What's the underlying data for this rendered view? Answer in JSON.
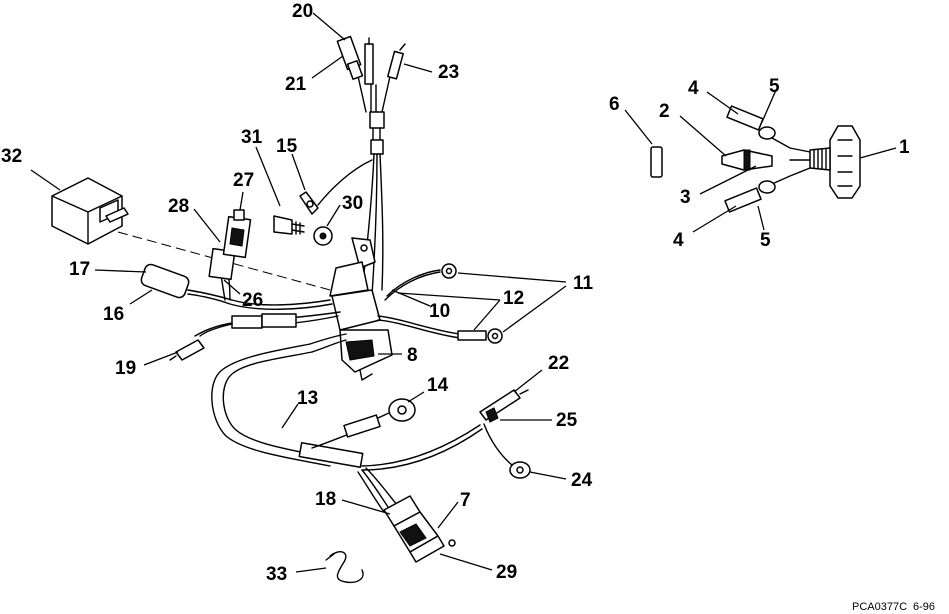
{
  "diagram": {
    "callouts": [
      "1",
      "2",
      "3",
      "4",
      "4",
      "5",
      "5",
      "6",
      "7",
      "8",
      "10",
      "11",
      "12",
      "13",
      "14",
      "15",
      "16",
      "17",
      "18",
      "19",
      "20",
      "21",
      "22",
      "23",
      "24",
      "25",
      "26",
      "27",
      "28",
      "29",
      "30",
      "31",
      "32",
      "33"
    ],
    "code_left": "PCA0377C",
    "code_right": "6-96"
  }
}
